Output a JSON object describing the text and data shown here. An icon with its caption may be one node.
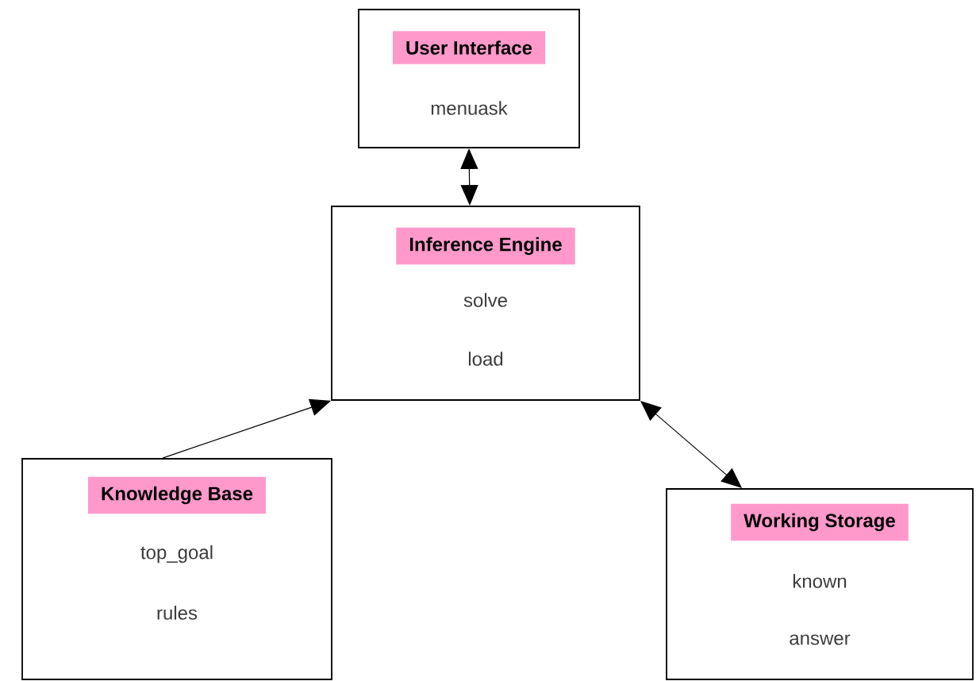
{
  "diagram": {
    "nodes": [
      {
        "text": [
          "User Interface",
          "menuask"
        ]
      },
      {
        "text": [
          "Inference Engine",
          "solve",
          "load"
        ]
      },
      {
        "text": [
          "Knowledge Base",
          "top_goal",
          "rules"
        ]
      },
      {
        "text": [
          "Working Storage",
          "known",
          "answer"
        ]
      }
    ],
    "edges": [
      {
        "from": 0,
        "to": 1,
        "arrow": "both"
      },
      {
        "from": 2,
        "to": 1,
        "arrow": "to"
      },
      {
        "from": 1,
        "to": 3,
        "arrow": "both"
      }
    ]
  }
}
